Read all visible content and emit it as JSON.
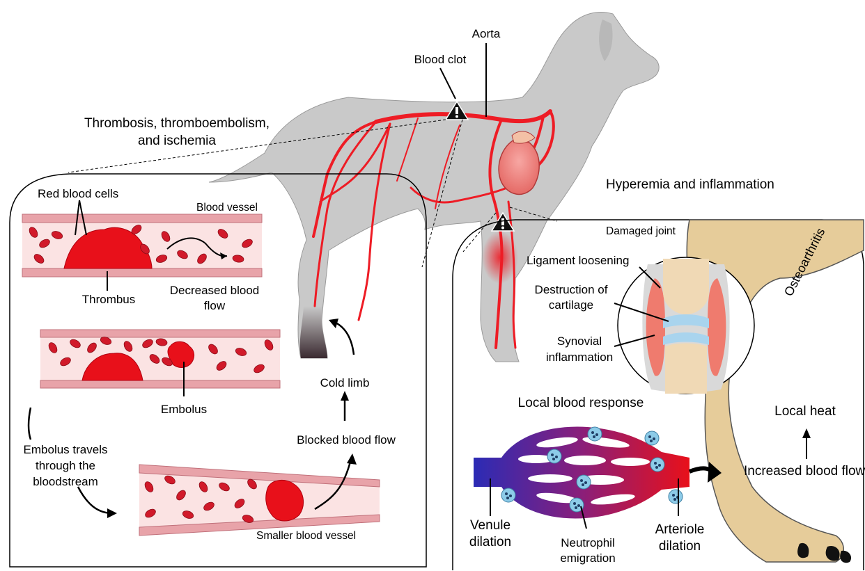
{
  "labels": {
    "aorta": "Aorta",
    "blood_clot": "Blood clot",
    "thrombosis_title": "Thrombosis, thromboembolism,",
    "thrombosis_title_2": "and ischemia",
    "hyperemia_title": "Hyperemia and inflammation",
    "red_blood_cells": "Red blood cells",
    "blood_vessel": "Blood vessel",
    "thrombus": "Thrombus",
    "decreased_flow_1": "Decreased blood",
    "decreased_flow_2": "flow",
    "embolus": "Embolus",
    "embolus_travels_1": "Embolus travels",
    "embolus_travels_2": "through the",
    "embolus_travels_3": "bloodstream",
    "smaller_vessel": "Smaller blood vessel",
    "blocked_flow": "Blocked blood flow",
    "cold_limb": "Cold limb",
    "damaged_joint": "Damaged joint",
    "osteoarthritis": "Osteoarthritis",
    "ligament": "Ligament loosening",
    "destruction_1": "Destruction of",
    "destruction_2": "cartilage",
    "synovial_1": "Synovial",
    "synovial_2": "inflammation",
    "local_response": "Local blood response",
    "local_heat": "Local heat",
    "increased_flow": "Increased blood flow",
    "venule_1": "Venule",
    "venule_2": "dilation",
    "neutrophil_1": "Neutrophil",
    "neutrophil_2": "emigration",
    "arteriole_1": "Arteriole",
    "arteriole_2": "dilation"
  },
  "colors": {
    "dog": "#c9c9c9",
    "artery": "#ee1c25",
    "vessel_wall": "#e8a3a9",
    "vessel_lumen": "#fbe3e3",
    "rbc": "#d11a2a",
    "leg_skin": "#e6cc9a",
    "venule": "#2b2bb5",
    "arteriole": "#e8101a",
    "neutrophil": "#8ccbe8"
  }
}
